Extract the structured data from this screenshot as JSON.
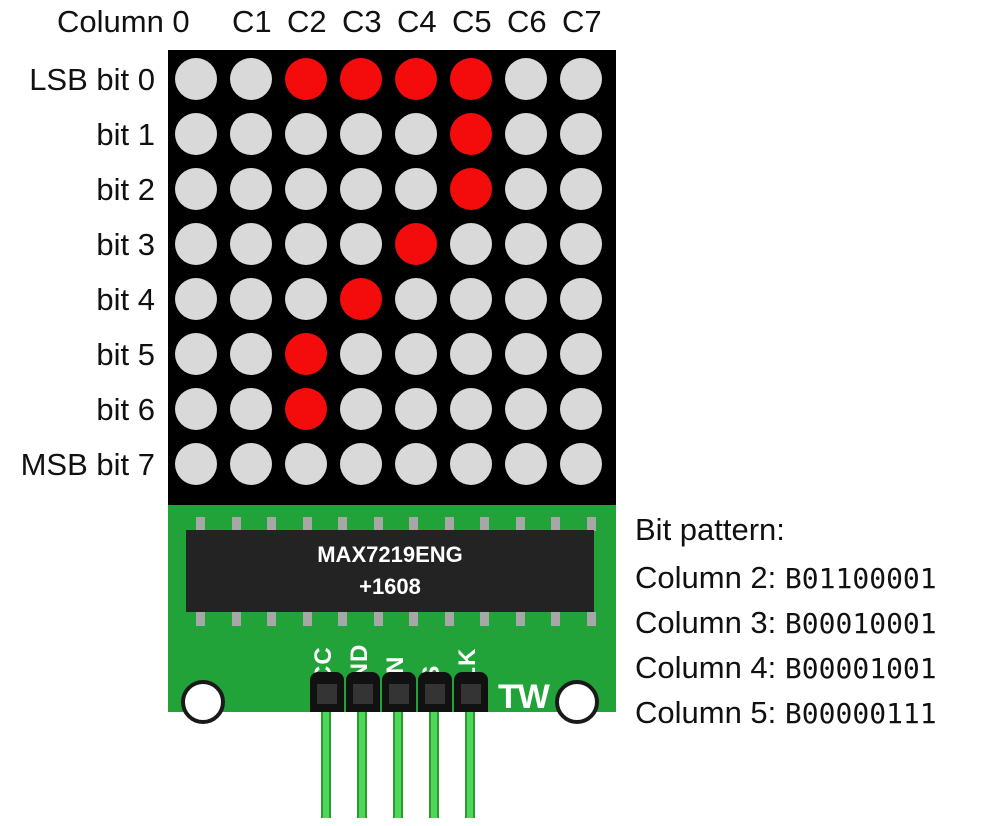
{
  "column_labels": [
    "Column 0",
    "C1",
    "C2",
    "C3",
    "C4",
    "C5",
    "C6",
    "C7"
  ],
  "row_labels": [
    "LSB bit 0",
    "bit 1",
    "bit 2",
    "bit 3",
    "bit 4",
    "bit 5",
    "bit 6",
    "MSB bit 7"
  ],
  "lit_leds": [
    {
      "column": 2,
      "bit": 0
    },
    {
      "column": 3,
      "bit": 0
    },
    {
      "column": 4,
      "bit": 0
    },
    {
      "column": 5,
      "bit": 0
    },
    {
      "column": 5,
      "bit": 1
    },
    {
      "column": 5,
      "bit": 2
    },
    {
      "column": 4,
      "bit": 3
    },
    {
      "column": 3,
      "bit": 4
    },
    {
      "column": 2,
      "bit": 5
    },
    {
      "column": 2,
      "bit": 6
    }
  ],
  "chip": {
    "line1": "MAX7219ENG",
    "line2": "+1608"
  },
  "pins": [
    "VCC",
    "GND",
    "DIN",
    "CS",
    "CLK"
  ],
  "logo": "TW",
  "bit_pattern": {
    "heading": "Bit pattern:",
    "rows": [
      {
        "label": "Column 2:",
        "value": "B01100001"
      },
      {
        "label": "Column 3:",
        "value": "B00010001"
      },
      {
        "label": "Column 4:",
        "value": "B00001001"
      },
      {
        "label": "Column 5:",
        "value": "B00000111"
      }
    ]
  },
  "colors": {
    "led_on": "#f40b0b",
    "led_off": "#d9d9d9",
    "pcb": "#22a33a",
    "wire": "#4fd75a"
  }
}
